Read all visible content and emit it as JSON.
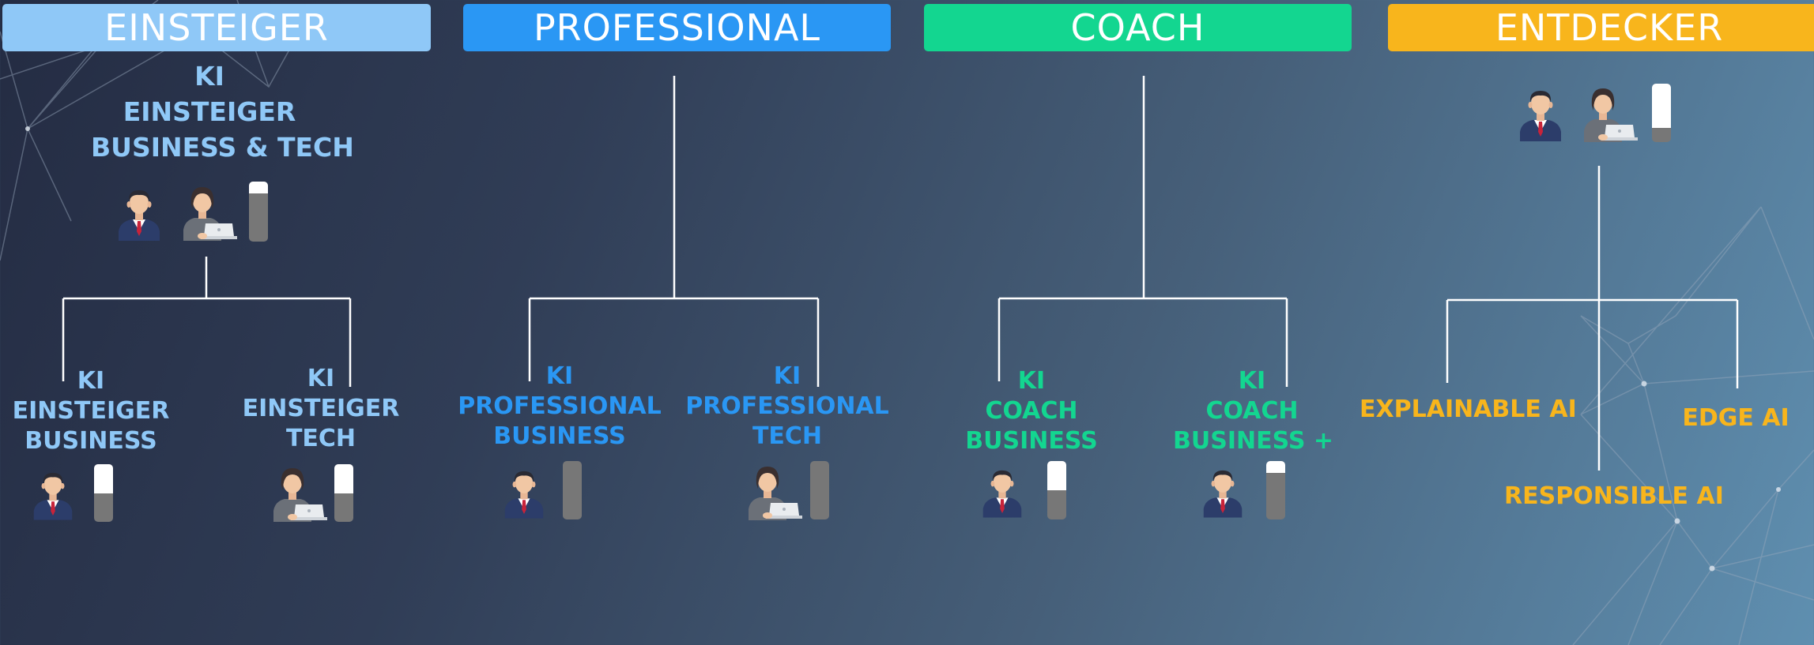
{
  "colors": {
    "einsteiger": "#8fc8f7",
    "professional": "#2a97f4",
    "coach": "#13d690",
    "entdecker": "#f8b51c",
    "connector": "#ffffff"
  },
  "headers": {
    "einsteiger": "EINSTEIGER",
    "professional": "PROFESSIONAL",
    "coach": "COACH",
    "entdecker": "ENTDECKER"
  },
  "einsteiger": {
    "top": {
      "line1": "KI",
      "line2": "EINSTEIGER",
      "line3": "BUSINESS & TECH"
    },
    "business": {
      "line1": "KI",
      "line2": "EINSTEIGER",
      "line3": "BUSINESS"
    },
    "tech": {
      "line1": "KI",
      "line2": "EINSTEIGER",
      "line3": "TECH"
    }
  },
  "professional": {
    "business": {
      "line1": "KI",
      "line2": "PROFESSIONAL",
      "line3": "BUSINESS"
    },
    "tech": {
      "line1": "KI",
      "line2": "PROFESSIONAL",
      "line3": "TECH"
    }
  },
  "coach": {
    "business": {
      "line1": "KI",
      "line2": "COACH",
      "line3": "BUSINESS"
    },
    "business_plus": {
      "line1": "KI",
      "line2": "COACH",
      "line3": "BUSINESS +"
    }
  },
  "entdecker": {
    "explainable": "EXPLAINABLE AI",
    "responsible": "RESPONSIBLE AI",
    "edge": "EDGE AI"
  },
  "levels": {
    "einsteiger_top": 0.2,
    "einsteiger_business": 0.5,
    "einsteiger_tech": 0.5,
    "professional_business": 0.0,
    "professional_tech": 0.0,
    "coach_business": 0.5,
    "coach_business_plus": 0.2,
    "entdecker": 0.75
  },
  "icons": {
    "businessman": "businessman-icon",
    "businesswoman": "businesswoman-laptop-icon",
    "level_bar": "level-bar-icon"
  }
}
